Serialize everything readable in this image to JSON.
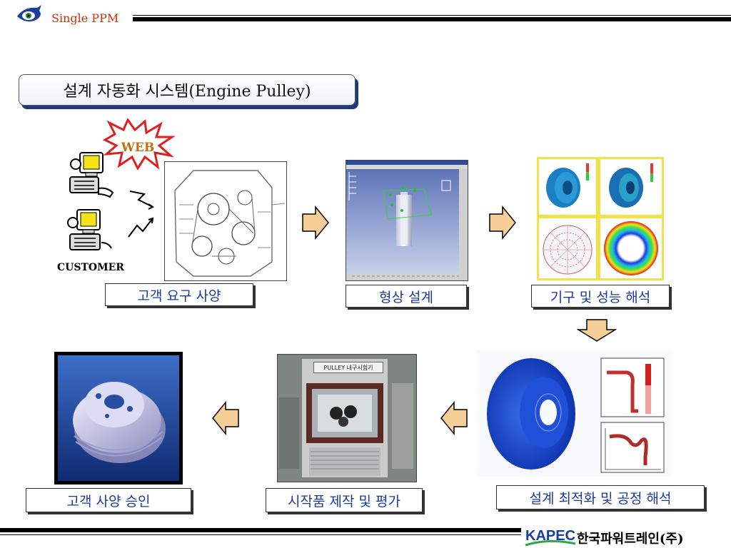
{
  "header": {
    "brand": "Single PPM"
  },
  "title": "설계 자동화 시스템(Engine Pulley)",
  "customer": {
    "web_badge": "WEB",
    "label": "CUSTOMER"
  },
  "steps": [
    {
      "label": "고객 요구 사양"
    },
    {
      "label": "형상 설계"
    },
    {
      "label": "기구 및 성능 해석"
    },
    {
      "label": "설계 최적화 및 공정 해석"
    },
    {
      "label": "시작품 제작  및 평가"
    },
    {
      "label": "고객 사양 승인"
    }
  ],
  "chamber_sign": "PULLEY 내구시험기",
  "footer": {
    "logo": "KAPEC",
    "company": "한국파워트레인(주)"
  },
  "colors": {
    "brand": "#cc3300",
    "label_text": "#1a3a9c",
    "title_shadow": "#1f3a7a",
    "arrow_fill": "#f6cf98",
    "analysis_border": "#f2e24a"
  },
  "icons": [
    "eye-logo-icon",
    "customer-computer-icon",
    "lightning-icon",
    "arrow-right-icon",
    "arrow-down-icon",
    "arrow-left-icon"
  ]
}
